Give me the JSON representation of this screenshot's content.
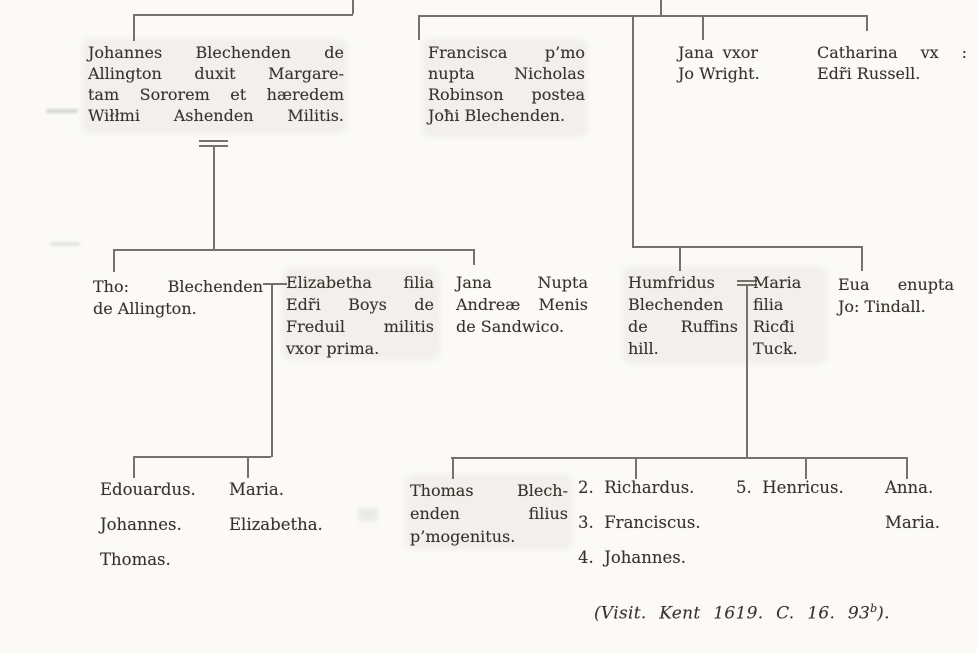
{
  "nodes": {
    "johannes": {
      "lines": [
        "Johannes Blechenden de",
        "Allington duxit Margare-",
        "tam Sororem et hæredem",
        "Wiłłmi Ashenden Militis."
      ]
    },
    "francisca": {
      "lines": [
        "Francisca p’mo",
        "nupta Nicholas",
        "Robinson postea",
        "Joħi Blechenden."
      ]
    },
    "jana_wright": {
      "lines": [
        "Jana vxor",
        "Jo Wright."
      ]
    },
    "catharina_russell": {
      "lines": [
        "Catharina vx :",
        "Edr̃i Russell."
      ]
    },
    "tho_blechenden": {
      "lines": [
        "Tho: Blechenden",
        "de Allington."
      ]
    },
    "elizabetha_boys": {
      "lines": [
        "Elizabetha filia",
        "Edr̃i Boys de",
        "Freduil militis",
        "vxor prima."
      ]
    },
    "jana_menis": {
      "lines": [
        "Jana Nupta",
        "Andreæ Menis",
        "de Sandwico."
      ]
    },
    "humfridus": {
      "lines": [
        "Humfridus",
        "Blechenden",
        "de Ruffins",
        "hill."
      ]
    },
    "maria_tuck": {
      "lines": [
        "Maria",
        "filia",
        "Ricđi",
        "Tuck."
      ]
    },
    "eua_tindall": {
      "lines": [
        "Eua enupta",
        "Jo: Tindall."
      ]
    },
    "sons_tho": {
      "items": [
        "Edouardus.",
        "Johannes.",
        "Thomas."
      ]
    },
    "daughters_tho": {
      "items": [
        "Maria.",
        "Elizabetha."
      ]
    },
    "thomas_primogenitus": {
      "lines": [
        "Thomas Blech-",
        "enden filius",
        "p’mogenitus."
      ]
    },
    "sons_humfridus": {
      "items": [
        "2.  Richardus.",
        "3.  Franciscus.",
        "4.  Johannes."
      ]
    },
    "henricus": {
      "text": "5.  Henricus."
    },
    "daughters_humfridus": {
      "items": [
        "Anna.",
        "Maria."
      ]
    }
  },
  "citation": {
    "text_before_sup": "(Visit. Kent 1619. C. 16. 93",
    "sup": "b",
    "text_after_sup": ")."
  }
}
